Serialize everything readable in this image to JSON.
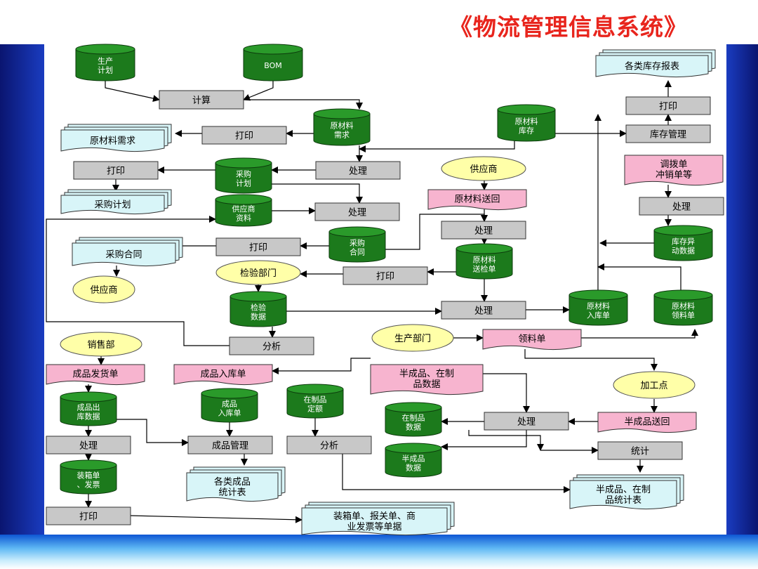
{
  "slide_title": "《物流管理信息系统》",
  "colors": {
    "cylinder": "#1c7a1c",
    "process_box": "#c8c8c8",
    "document": "#d8f5f8",
    "pink_doc": "#f7b4cf",
    "ellipse": "#ffffa8",
    "side_bar": "#1a3cc0",
    "title": "#e8251d"
  },
  "cylinders": {
    "prod_plan": [
      "生产",
      "计划"
    ],
    "bom": [
      "BOM"
    ],
    "raw_need": [
      "原材料",
      "需求"
    ],
    "raw_stock": [
      "原材料",
      "库存"
    ],
    "purchase_plan": [
      "采购",
      "计划"
    ],
    "supplier_info": [
      "供应商",
      "资料"
    ],
    "purchase_contract": [
      "采购",
      "合同"
    ],
    "raw_inspect_list": [
      "原材料",
      "送检单"
    ],
    "inspect_data": [
      "检验",
      "数据"
    ],
    "raw_in_list": [
      "原材料",
      "入库单"
    ],
    "raw_pick_list": [
      "原材料",
      "领料单"
    ],
    "stock_change": [
      "库存异",
      "动数据"
    ],
    "fg_out_data": [
      "成品出",
      "库数据"
    ],
    "fg_in_list": [
      "成品",
      "入库单"
    ],
    "wip_quota": [
      "在制品",
      "定额"
    ],
    "wip_data": [
      "在制品",
      "数据"
    ],
    "semi_data": [
      "半成品",
      "数据"
    ],
    "packing": [
      "装箱单",
      "、发票"
    ]
  },
  "boxes": {
    "calc": "计算",
    "print_raw": "打印",
    "process_raw": "处理",
    "print_plan": "打印",
    "process_plan": "处理",
    "print_contract": "打印",
    "process_return": "处理",
    "print_inspect": "打印",
    "process_inspect": "处理",
    "analyze_inspect": "分析",
    "print_stock": "打印",
    "stock_mgmt": "库存管理",
    "process_transfer": "处理",
    "process_fg": "处理",
    "fg_mgmt": "成品管理",
    "analyze_wip": "分析",
    "process_wip": "处理",
    "stat": "统计",
    "print_pack": "打印"
  },
  "documents": {
    "raw_need_doc": [
      "原材料需求"
    ],
    "purchase_plan_doc": [
      "采购计划"
    ],
    "purchase_contract_doc": [
      "采购合同"
    ],
    "stock_report": [
      "各类库存报表"
    ],
    "fg_stat": [
      "各类成品",
      "统计表"
    ],
    "semi_stat": [
      "半成品、在制",
      "品统计表"
    ],
    "ship_docs": [
      "装箱单、报关单、商",
      "业发票等单据"
    ]
  },
  "pink_docs": {
    "raw_return": [
      "原材料送回"
    ],
    "transfer": [
      "调拨单",
      "冲销单等"
    ],
    "pick_list": [
      "领料单"
    ],
    "fg_ship": [
      "成品发货单"
    ],
    "fg_in": [
      "成品入库单"
    ],
    "semi_wip_data": [
      "半成品、在制",
      "品数据"
    ],
    "semi_return": [
      "半成品送回"
    ]
  },
  "ellipses": {
    "supplier_top": "供应商",
    "inspect_dept": "检验部门",
    "supplier_bottom": "供应商",
    "production_dept": "生产部门",
    "sales_dept": "销售部",
    "processing_point": "加工点"
  }
}
